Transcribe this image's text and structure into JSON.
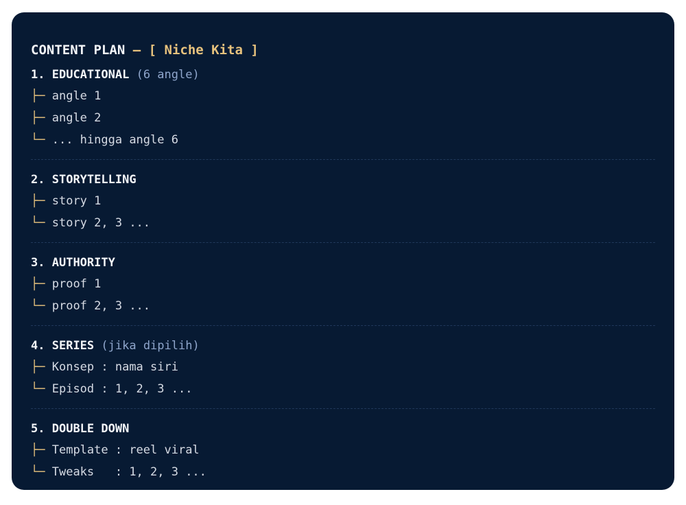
{
  "header": {
    "title": "CONTENT PLAN",
    "dash": "—",
    "bracket_open": "[",
    "niche": "Niche Kita",
    "bracket_close": "]"
  },
  "sections": [
    {
      "num": "1.",
      "name": "EDUCATIONAL",
      "note": "(6 angle)",
      "items": [
        {
          "branch": "├─",
          "text": "angle 1"
        },
        {
          "branch": "├─",
          "text": "angle 2"
        },
        {
          "branch": "└─",
          "text": "... hingga angle 6"
        }
      ]
    },
    {
      "num": "2.",
      "name": "STORYTELLING",
      "note": "",
      "items": [
        {
          "branch": "├─",
          "text": "story 1"
        },
        {
          "branch": "└─",
          "text": "story 2, 3 ..."
        }
      ]
    },
    {
      "num": "3.",
      "name": "AUTHORITY",
      "note": "",
      "items": [
        {
          "branch": "├─",
          "text": "proof 1"
        },
        {
          "branch": "└─",
          "text": "proof 2, 3 ..."
        }
      ]
    },
    {
      "num": "4.",
      "name": "SERIES",
      "note": "(jika dipilih)",
      "items": [
        {
          "branch": "├─",
          "text": "Konsep : nama siri"
        },
        {
          "branch": "└─",
          "text": "Episod : 1, 2, 3 ..."
        }
      ]
    },
    {
      "num": "5.",
      "name": "DOUBLE DOWN",
      "note": "",
      "items": [
        {
          "branch": "├─",
          "text": "Template : reel viral"
        },
        {
          "branch": "└─",
          "text": "Tweaks   : 1, 2, 3 ..."
        }
      ]
    }
  ],
  "colors": {
    "panel_bg": "#071a33",
    "accent": "#e7c27d",
    "note": "#8fa6cc",
    "text": "#d6dbe4",
    "heading": "#f3f5f8"
  }
}
